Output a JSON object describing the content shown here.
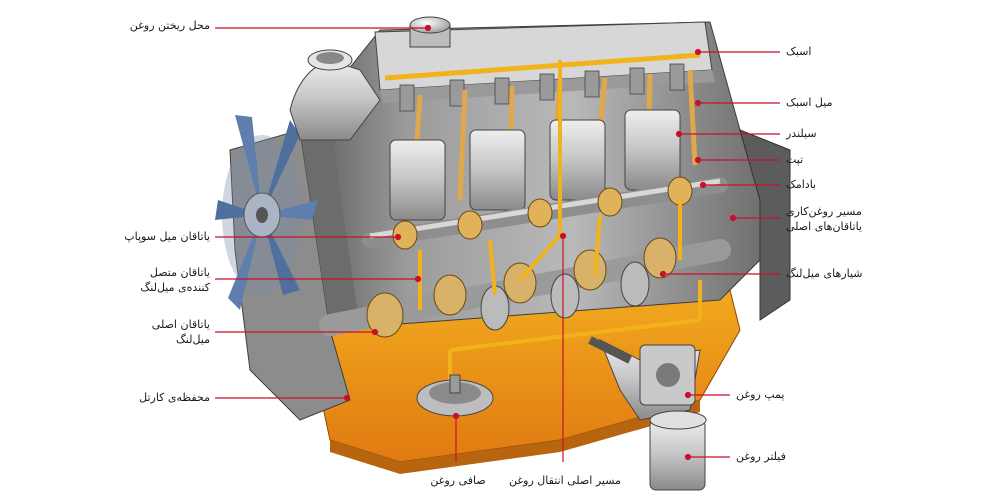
{
  "colors": {
    "leader": "#c8102e",
    "oil": "#f2b21c",
    "oil_dark": "#e07a12",
    "metal": "#c9c9c9",
    "metal_dark": "#6b6b6b",
    "fan": "#5e7fae"
  },
  "labels": {
    "oil_filler": "محل ریختن روغن",
    "camshaft_bearing": "یاتاقان میل سوپاپ",
    "rod_bearing_1": "یاتاقان متصل",
    "rod_bearing_2": "کننده‌ی میل‌لنگ",
    "main_bearing_1": "یاتاقان اصلی",
    "main_bearing_2": "میل‌لنگ",
    "oil_pan": "محفظه‌ی کارتل",
    "rocker": "اسبک",
    "rocker_shaft": "میل اسبک",
    "cylinder": "سیلندر",
    "tappet": "تپت",
    "cam": "بادامک",
    "main_gallery_1": "مسیر روغن‌کاری",
    "main_gallery_2": "یاتاقان‌های اصلی",
    "crank_grooves": "شیارهای میل‌لنگ",
    "oil_pump": "پمپ روغن",
    "oil_filter": "فیلتر روغن",
    "oil_strainer": "صافی روغن",
    "main_oil_line": "مسیر اصلی انتقال روغن"
  }
}
